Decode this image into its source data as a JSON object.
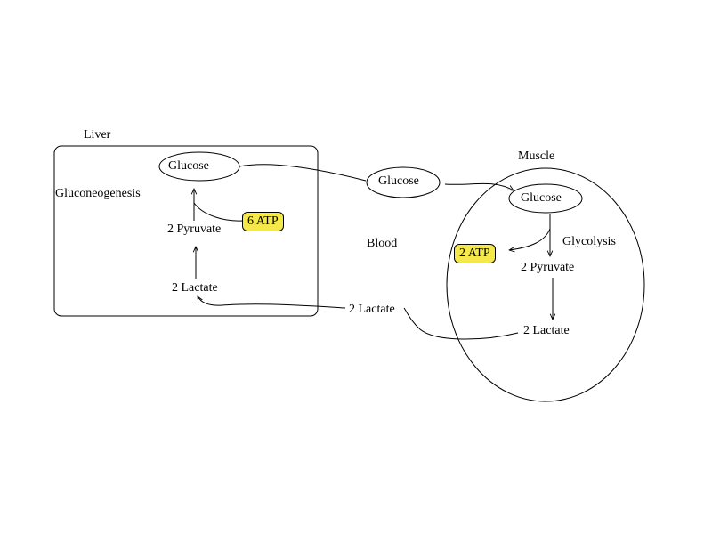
{
  "liver": {
    "title": "Liver",
    "process": "Gluconeogenesis",
    "glucose": "Glucose",
    "pyruvate": "2 Pyruvate",
    "lactate": "2 Lactate",
    "atp_cost": "6 ATP"
  },
  "blood": {
    "title": "Blood",
    "glucose": "Glucose",
    "lactate": "2 Lactate"
  },
  "muscle": {
    "title": "Muscle",
    "process": "Glycolysis",
    "glucose": "Glucose",
    "pyruvate": "2 Pyruvate",
    "lactate": "2 Lactate",
    "atp_yield": "2 ATP"
  },
  "colors": {
    "atp_badge": "#f4e84a",
    "line": "#000000"
  }
}
